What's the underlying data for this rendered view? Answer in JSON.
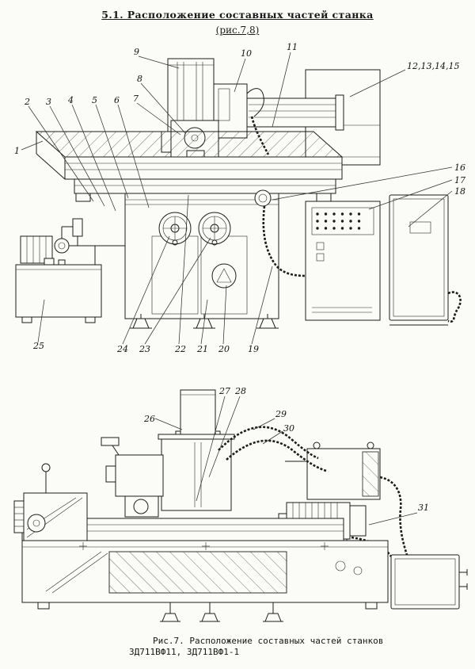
{
  "header": {
    "title": "5.1. Расположение составных частей станка",
    "subtitle": "(рис.7,8)"
  },
  "figure_top": {
    "callouts": {
      "c1": "1",
      "c2": "2",
      "c3": "3",
      "c4": "4",
      "c5": "5",
      "c6": "6",
      "c7": "7",
      "c8": "8",
      "c9": "9",
      "c10": "10",
      "c11": "11",
      "c12_15": "12,13,14,15",
      "c16": "16",
      "c17": "17",
      "c18": "18",
      "c19": "19",
      "c20": "20",
      "c21": "21",
      "c22": "22",
      "c23": "23",
      "c24": "24",
      "c25": "25"
    }
  },
  "figure_bottom": {
    "callouts": {
      "c26": "26",
      "c27": "27",
      "c28": "28",
      "c29": "29",
      "c30": "30",
      "c31": "31"
    }
  },
  "caption": {
    "line1": "Рис.7. Расположение составных частей станков",
    "line2": "3Д711ВФ11, 3Д711ВФ1-1"
  }
}
